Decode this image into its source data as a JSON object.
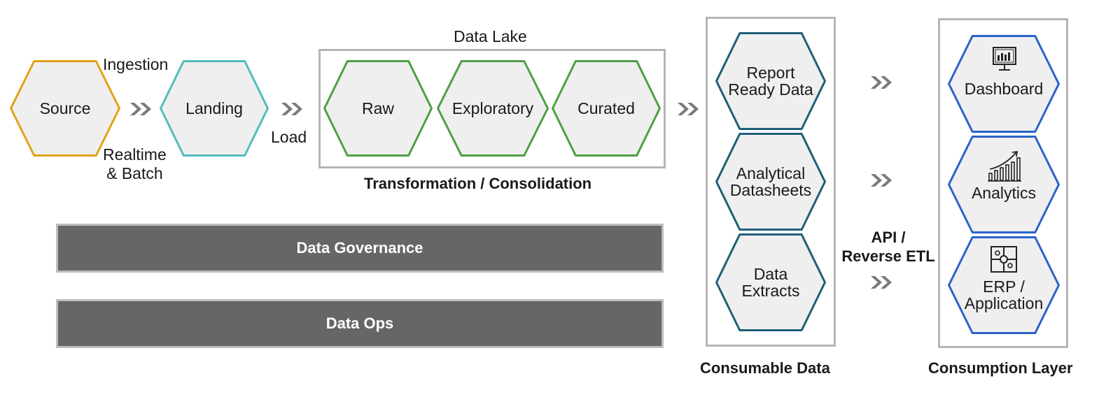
{
  "flow": {
    "source": "Source",
    "landing": "Landing",
    "ingestion": "Ingestion",
    "realtime": "Realtime\n& Batch",
    "load": "Load"
  },
  "data_lake": {
    "title": "Data Lake",
    "zones": [
      "Raw",
      "Exploratory",
      "Curated"
    ],
    "caption": "Transformation / Consolidation"
  },
  "bars": {
    "governance": "Data Governance",
    "ops": "Data Ops"
  },
  "consumable": {
    "items": [
      "Report\nReady Data",
      "Analytical\nDatasheets",
      "Data\nExtracts"
    ],
    "caption": "Consumable Data"
  },
  "api_label": "API /\nReverse ETL",
  "consumption": {
    "items": [
      "Dashboard",
      "Analytics",
      "ERP /\nApplication"
    ],
    "icons": [
      "monitor-chart-icon",
      "growth-chart-icon",
      "puzzle-icon"
    ],
    "caption": "Consumption Layer"
  },
  "colors": {
    "source": "#e0a21b",
    "landing": "#4fbfbd",
    "lake": "#4f9e45",
    "consumable": "#1e5f78",
    "consumption": "#2a63c9",
    "hex_fill": "#efefef",
    "arrow": "#7a7a7a"
  }
}
